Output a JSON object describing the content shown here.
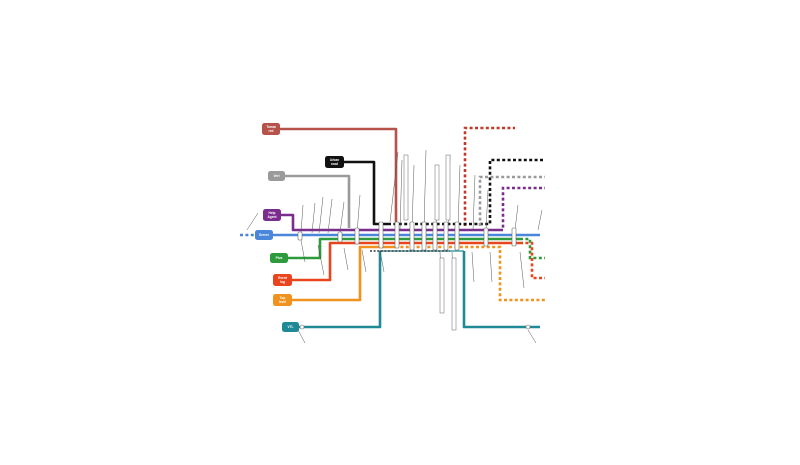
{
  "diagram": {
    "lines": [
      {
        "id": "red",
        "label": "Tomat red",
        "color": "#b5524a"
      },
      {
        "id": "grey",
        "label": "Vert",
        "color": "#9a9a9a"
      },
      {
        "id": "black",
        "label": "Urban road",
        "color": "#111111"
      },
      {
        "id": "purple",
        "label": "Help Agent",
        "color": "#7b2d8e"
      },
      {
        "id": "blue",
        "label": "Server",
        "color": "#4a86d9"
      },
      {
        "id": "green",
        "label": "Plus",
        "color": "#2d9a3c"
      },
      {
        "id": "orange-red",
        "label": "Event log",
        "color": "#e8451e"
      },
      {
        "id": "orange",
        "label": "Top level",
        "color": "#f0921e"
      },
      {
        "id": "teal",
        "label": "VTL",
        "color": "#1f8a96"
      }
    ],
    "dotted_lines": [
      {
        "id": "dotted-red",
        "color": "#c0392b"
      },
      {
        "id": "dotted-black",
        "color": "#111111"
      },
      {
        "id": "dotted-grey",
        "color": "#9a9a9a"
      },
      {
        "id": "dotted-purple",
        "color": "#7b2d8e"
      },
      {
        "id": "dotted-green",
        "color": "#2d9a3c"
      },
      {
        "id": "dotted-orange-red",
        "color": "#e8451e"
      },
      {
        "id": "dotted-orange",
        "color": "#f0921e"
      },
      {
        "id": "dotted-blue",
        "color": "#4a86d9"
      }
    ]
  }
}
